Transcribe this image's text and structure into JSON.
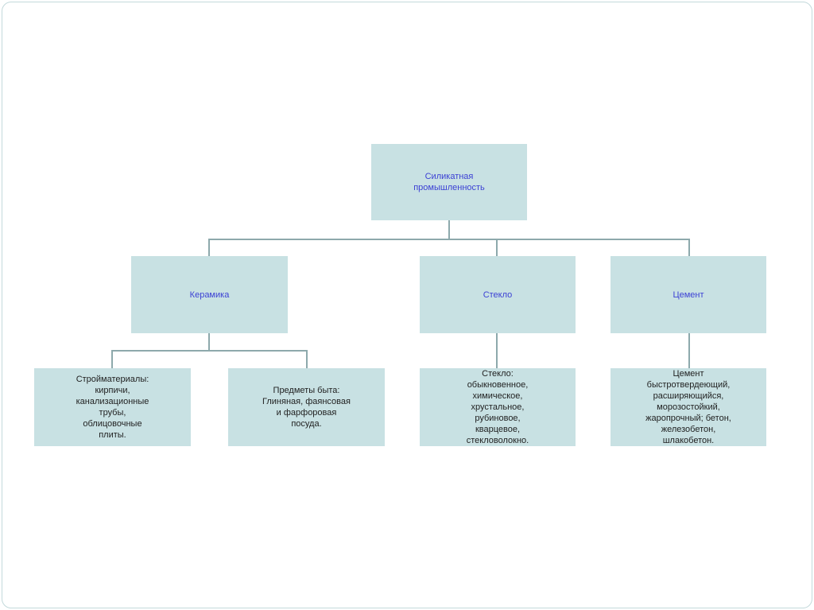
{
  "slide": {
    "background": "#ffffff",
    "frame_border_color": "#c3d9db"
  },
  "colors": {
    "node_fill": "#c8e1e3",
    "title_text": "#3c41d4",
    "body_text": "#1f1f1f",
    "connector": "#8da9ac",
    "frame_border": "#c3d9db"
  },
  "diagram": {
    "type": "hierarchy-flowchart",
    "root": {
      "label": "Силикатная\nпромышленность"
    },
    "branches": [
      {
        "label": "Керамика"
      },
      {
        "label": "Стекло"
      },
      {
        "label": "Цемент"
      }
    ],
    "leaves": [
      {
        "parent": "Керамика",
        "text": "Стройматериалы:\nкирпичи,\nканализационные\nтрубы,\nоблицовочные\nплиты."
      },
      {
        "parent": "Керамика",
        "text": "Предметы быта:\nГлиняная, фаянсовая\nи фарфоровая\nпосуда."
      },
      {
        "parent": "Стекло",
        "text": "Стекло:\nобыкновенное,\nхимическое,\nхрустальное,\nрубиновое,\nкварцевое,\nстекловолокно."
      },
      {
        "parent": "Цемент",
        "text": "Цемент\nбыстротвердеющий,\nрасширяющийся,\nморозостойкий,\nжаропрочный; бетон,\nжелезобетон,\nшлакобетон."
      }
    ]
  }
}
